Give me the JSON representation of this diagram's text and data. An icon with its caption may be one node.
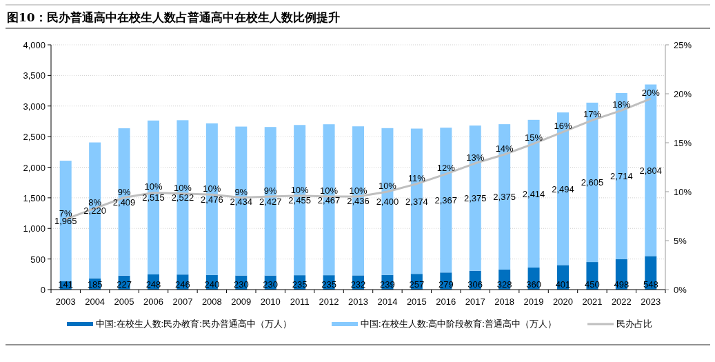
{
  "diagram": {
    "title": "图10：民办普通高中在校生人数占普通高中在校生人数比例提升",
    "chart_data": {
      "type": "bar",
      "stacked": true,
      "categories": [
        "2003",
        "2004",
        "2005",
        "2006",
        "2007",
        "2008",
        "2009",
        "2010",
        "2011",
        "2012",
        "2013",
        "2014",
        "2015",
        "2016",
        "2017",
        "2018",
        "2019",
        "2020",
        "2021",
        "2022",
        "2023"
      ],
      "ylim": [
        0,
        4000
      ],
      "yticks": [
        {
          "value": 0,
          "label": "0"
        },
        {
          "value": 500,
          "label": "500"
        },
        {
          "value": 1000,
          "label": "1,000"
        },
        {
          "value": 1500,
          "label": "1,500"
        },
        {
          "value": 2000,
          "label": "2,000"
        },
        {
          "value": 2500,
          "label": "2,500"
        },
        {
          "value": 3000,
          "label": "3,000"
        },
        {
          "value": 3500,
          "label": "3,500"
        },
        {
          "value": 4000,
          "label": "4,000"
        }
      ],
      "grid": true,
      "legend": "bottom",
      "y2lim": [
        0,
        25
      ],
      "y2ticks": [
        {
          "value": 0,
          "label": "0%"
        },
        {
          "value": 5,
          "label": "5%"
        },
        {
          "value": 10,
          "label": "10%"
        },
        {
          "value": 15,
          "label": "15%"
        },
        {
          "value": 20,
          "label": "20%"
        },
        {
          "value": 25,
          "label": "25%"
        }
      ],
      "series": [
        {
          "name": "中国:在校生人数:民办教育:民办普通高中（万人）",
          "type": "bar",
          "color": "#0070c0",
          "values": [
            141,
            185,
            227,
            248,
            246,
            240,
            230,
            230,
            235,
            235,
            232,
            239,
            257,
            279,
            306,
            328,
            360,
            401,
            450,
            498,
            548
          ],
          "value_labels": [
            "141",
            "185",
            "227",
            "248",
            "246",
            "240",
            "230",
            "230",
            "235",
            "235",
            "232",
            "239",
            "257",
            "279",
            "306",
            "328",
            "360",
            "401",
            "450",
            "498",
            "548"
          ]
        },
        {
          "name": "中国:在校生人数:高中阶段教育:普通高中（万人）",
          "type": "bar",
          "color": "#87cafe",
          "values": [
            1965,
            2220,
            2409,
            2515,
            2522,
            2476,
            2434,
            2427,
            2455,
            2467,
            2436,
            2400,
            2374,
            2367,
            2375,
            2375,
            2414,
            2494,
            2605,
            2714,
            2804
          ],
          "value_labels": [
            "1,965",
            "2,220",
            "2,409",
            "2,515",
            "2,522",
            "2,476",
            "2,434",
            "2,427",
            "2,455",
            "2,467",
            "2,436",
            "2,400",
            "2,374",
            "2,367",
            "2,375",
            "2,375",
            "2,414",
            "2,494",
            "2,605",
            "2,714",
            "2,804"
          ]
        },
        {
          "name": "民办占比",
          "type": "line",
          "axis": "y2",
          "color": "#bfbfbf",
          "values": [
            7.2,
            8.3,
            9.4,
            9.9,
            9.8,
            9.7,
            9.4,
            9.5,
            9.6,
            9.5,
            9.5,
            10.0,
            10.8,
            11.8,
            12.9,
            13.8,
            14.9,
            16.1,
            17.3,
            18.3,
            19.5
          ],
          "value_labels": [
            "7%",
            "8%",
            "9%",
            "10%",
            "10%",
            "10%",
            "9%",
            "9%",
            "10%",
            "10%",
            "10%",
            "10%",
            "11%",
            "12%",
            "13%",
            "14%",
            "15%",
            "16%",
            "17%",
            "18%",
            "20%"
          ]
        }
      ]
    }
  }
}
